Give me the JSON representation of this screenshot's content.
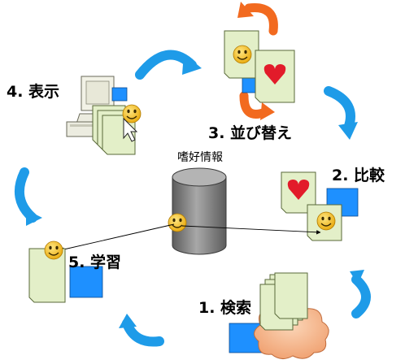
{
  "steps": {
    "search": "1. 検索",
    "compare": "2. 比較",
    "sort": "3. 並び替え",
    "display": "4. 表示",
    "learn": "5. 学習"
  },
  "database": {
    "label": "嗜好情報"
  },
  "colors": {
    "doc_fill": "#e3efc8",
    "doc_stroke": "#5a6a3a",
    "blue_square": "#1e90ff",
    "cycle_arrow": "#1e9be8",
    "sort_arrow": "#f26a1f",
    "heart": "#e21b2a",
    "smiley": "#f3c21b",
    "cloud": "#f3b48c",
    "database": "#8a8a8a"
  }
}
